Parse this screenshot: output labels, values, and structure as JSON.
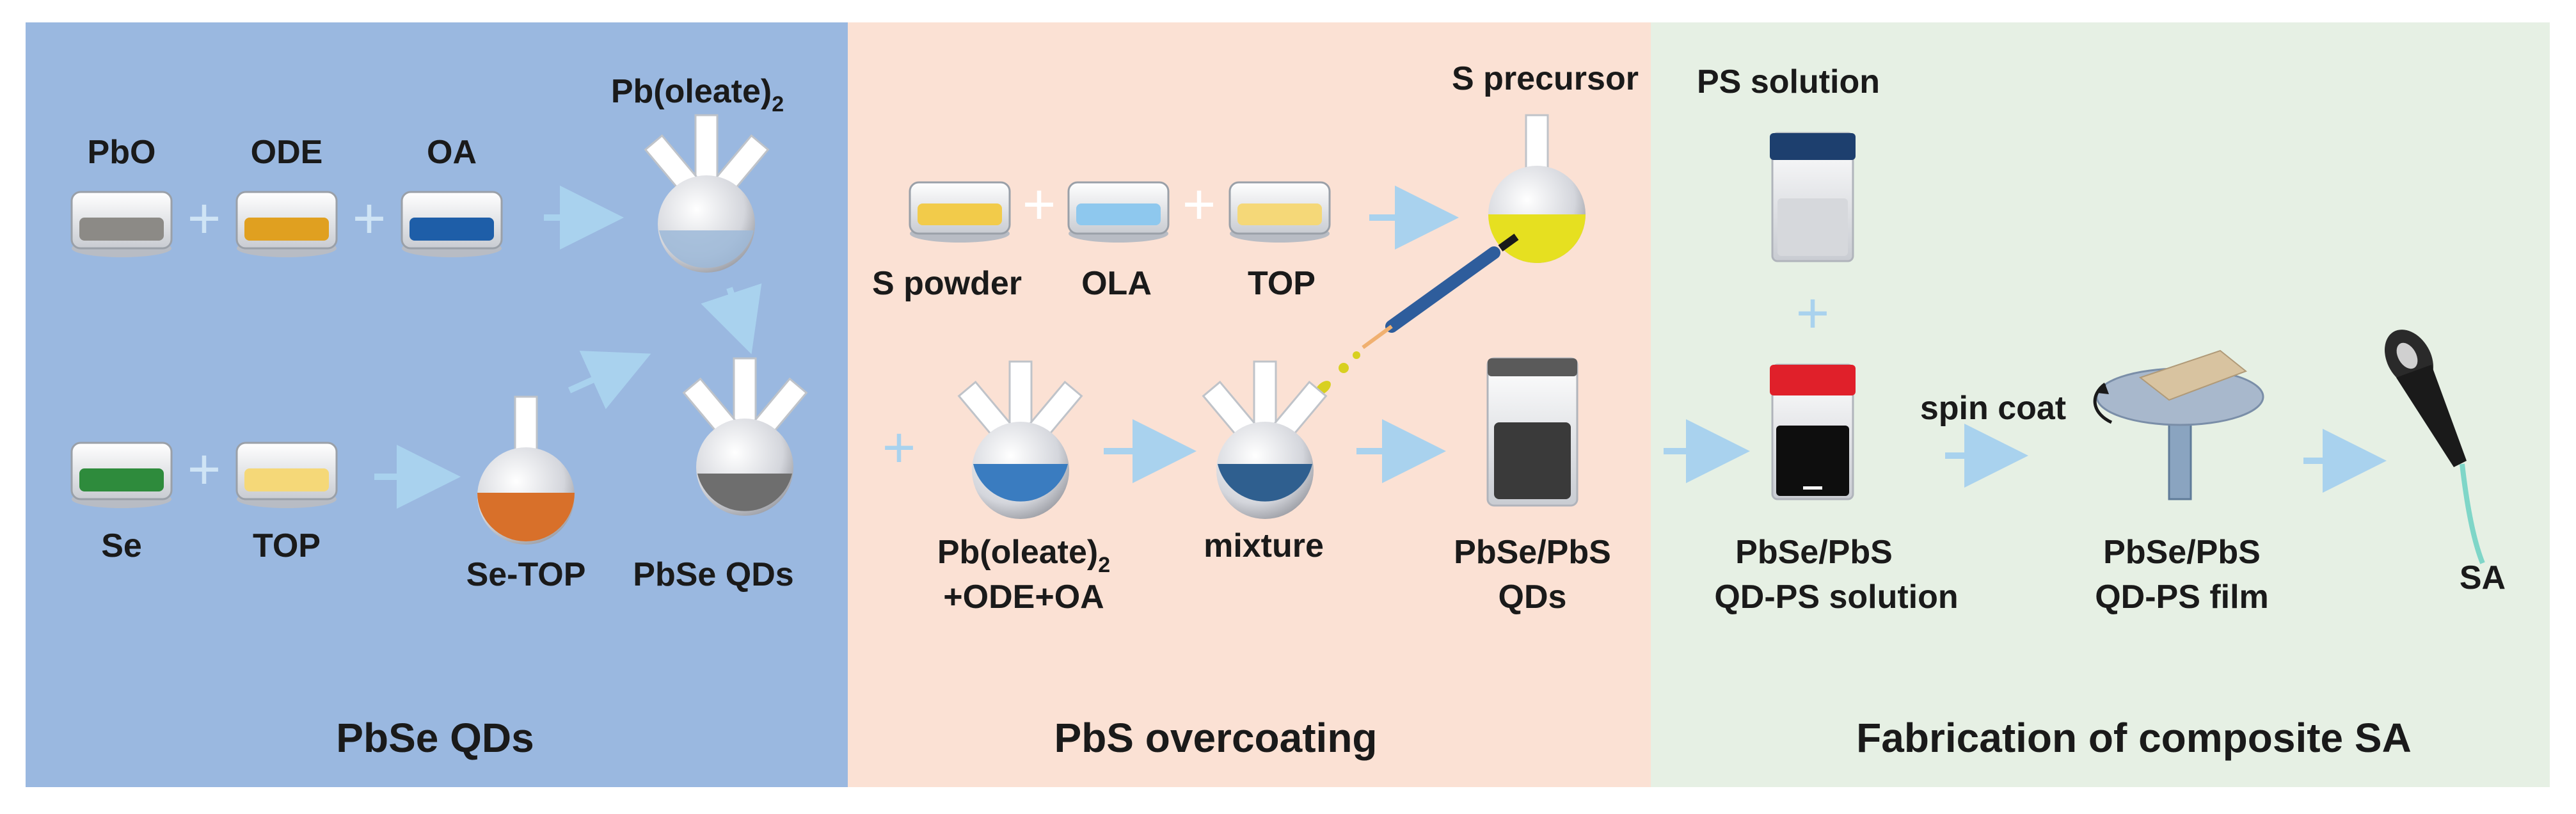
{
  "panels": [
    {
      "title": "PbSe QDs",
      "color": "#9ab8e0"
    },
    {
      "title": "PbS overcoating",
      "color": "#fbe1d4"
    },
    {
      "title": "Fabrication of composite SA",
      "color": "#e6f0e4"
    }
  ],
  "labels": {
    "pbo": "PbO",
    "ode": "ODE",
    "oa": "OA",
    "pb_oleate": "Pb(oleate)",
    "pb_oleate_sub": "2",
    "se": "Se",
    "top1": "TOP",
    "se_top": "Se-TOP",
    "pbse_qds": "PbSe QDs",
    "s_powder": "S powder",
    "ola": "OLA",
    "top2": "TOP",
    "s_precursor": "S precursor",
    "pb_oleate_mix_1": "Pb(oleate)",
    "pb_oleate_mix_sub": "2",
    "pb_oleate_mix_2": "+ODE+OA",
    "mixture": "mixture",
    "pbse_pbs_qds_1": "PbSe/PbS",
    "pbse_pbs_qds_2": "QDs",
    "ps_solution": "PS solution",
    "spin_coat": "spin coat",
    "qd_ps_solution_1": "PbSe/PbS",
    "qd_ps_solution_2": "QD-PS solution",
    "qd_ps_film_1": "PbSe/PbS",
    "qd_ps_film_2": "QD-PS film",
    "sa": "SA"
  },
  "colors": {
    "pbo": "#8c8a86",
    "ode": "#e0a020",
    "oa": "#1e5ea8",
    "se": "#2e8b3c",
    "top": "#f5d878",
    "se_top": "#d8702a",
    "pbse": "#6e6e6e",
    "ola": "#8ec8ee",
    "s_precursor": "#e6e020",
    "pb_mix": "#3a7cc0",
    "mixture": "#2f5f8f",
    "ps_cap": "#1d3f6e",
    "qd_cap": "#e0202a",
    "arrow": "#a9d2ee"
  }
}
